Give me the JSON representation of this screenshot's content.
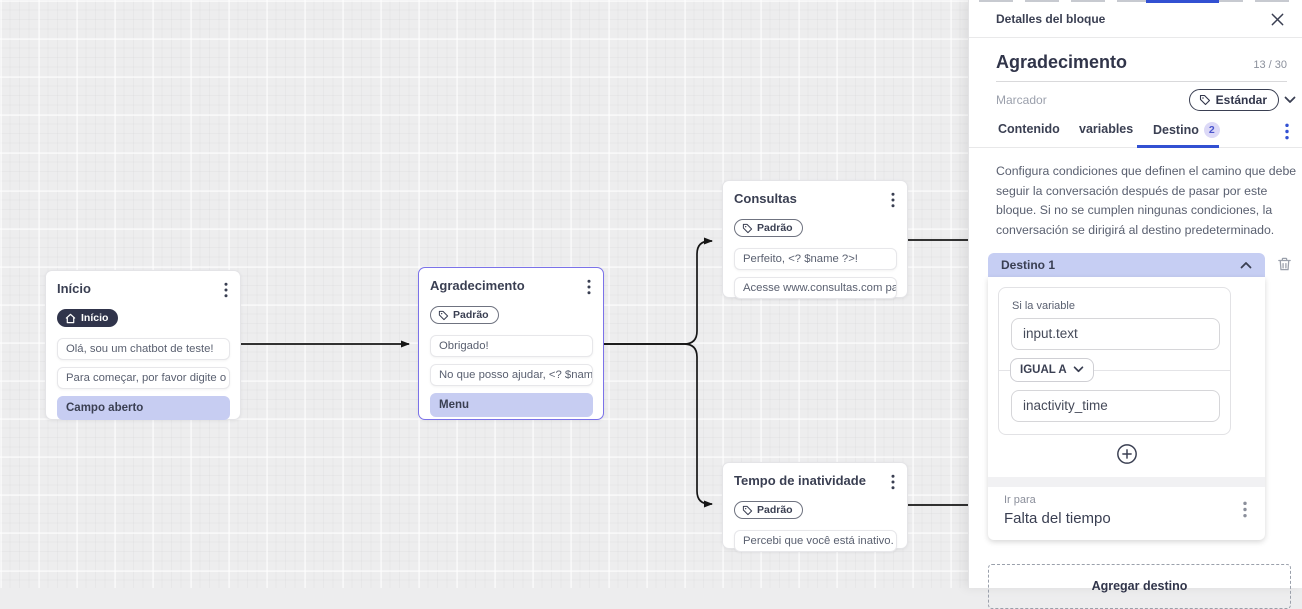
{
  "colors": {
    "accent_blue": "#3250d2",
    "selection_purple": "#7b72e9",
    "highlight_row": "#c7cdf2",
    "destination_header_bg": "#c6cef3",
    "badge_dark_bg": "#30344b",
    "edge_color": "#161616"
  },
  "nodes": {
    "inicio": {
      "title": "Início",
      "badge_label": "Início",
      "messages": [
        "Olá, sou um chatbot de teste!",
        "Para começar, por favor digite o ..."
      ],
      "action_label": "Campo aberto"
    },
    "agradecimento": {
      "title": "Agradecimento",
      "tag_label": "Padrão",
      "messages": [
        "Obrigado!",
        "No que posso ajudar, <? $name ..."
      ],
      "action_label": "Menu"
    },
    "consultas": {
      "title": "Consultas",
      "tag_label": "Padrão",
      "messages": [
        "Perfeito, <? $name ?>!",
        "Acesse www.consultas.com par..."
      ]
    },
    "tempo_inatividade": {
      "title": "Tempo de inatividade",
      "tag_label": "Padrão",
      "messages": [
        "Percebi que você está inativo. C..."
      ]
    }
  },
  "panel": {
    "header_title": "Detalles del bloque",
    "block_name": "Agradecimento",
    "char_counter": "13 / 30",
    "marker_label": "Marcador",
    "marker_value": "Estándar",
    "tabs": [
      {
        "label": "Contenido"
      },
      {
        "label": "variables"
      },
      {
        "label": "Destino",
        "badge": "2"
      }
    ],
    "description": "Configura condiciones que definen el camino que debe seguir la conversación después de pasar por este bloque. Si no se cumplen ningunas condiciones, la conversación se dirigirá al destino predeterminado.",
    "destination": {
      "title": "Destino 1",
      "variable_label": "Si la variable",
      "variable_value": "input.text",
      "operator_value": "IGUAL A",
      "compare_value": "inactivity_time",
      "goto_label": "Ir para",
      "goto_value": "Falta del tiempo"
    },
    "add_destination_label": "Agregar destino"
  }
}
